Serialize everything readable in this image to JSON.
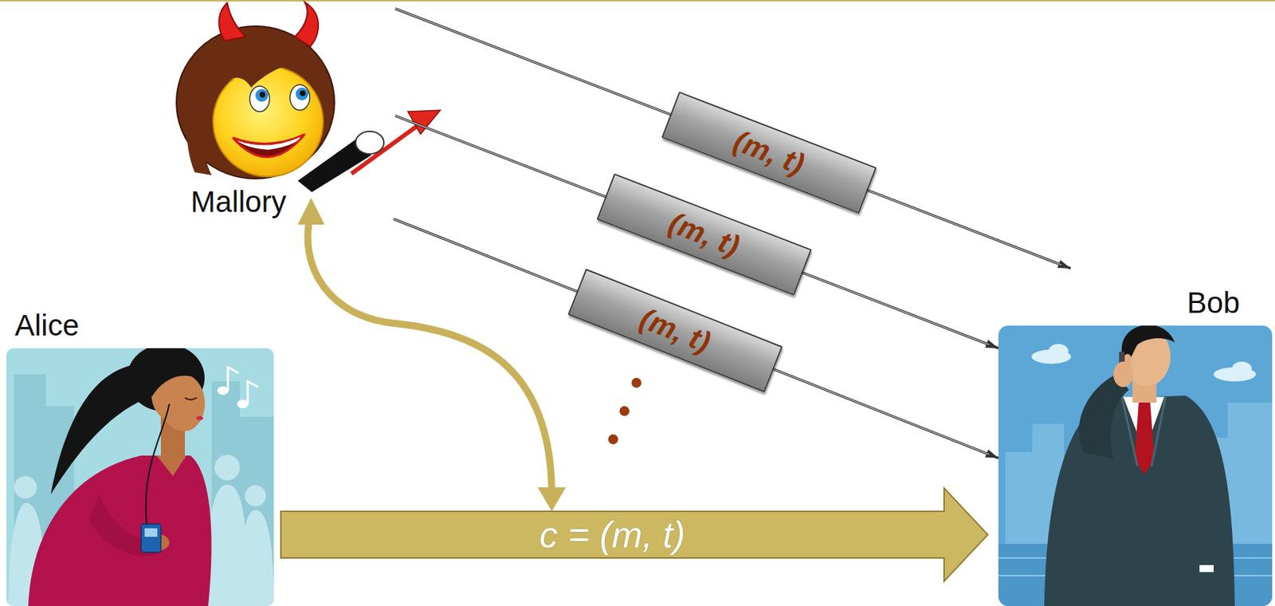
{
  "diagram": {
    "nodes": [
      {
        "text": [
          "Mallory"
        ]
      },
      {
        "text": [
          "Alice"
        ]
      },
      {
        "text": [
          "Bob"
        ]
      }
    ],
    "edges": [
      {
        "from": 1,
        "to": 2,
        "arrow": "to",
        "label": "c = (m, t)"
      },
      {
        "from": 0,
        "to": 2,
        "arrow": "to",
        "label": "(m, t)"
      },
      {
        "from": 0,
        "to": 2,
        "arrow": "to",
        "label": "(m, t)"
      },
      {
        "from": 0,
        "to": 2,
        "arrow": "to",
        "label": "(m, t)"
      }
    ]
  }
}
